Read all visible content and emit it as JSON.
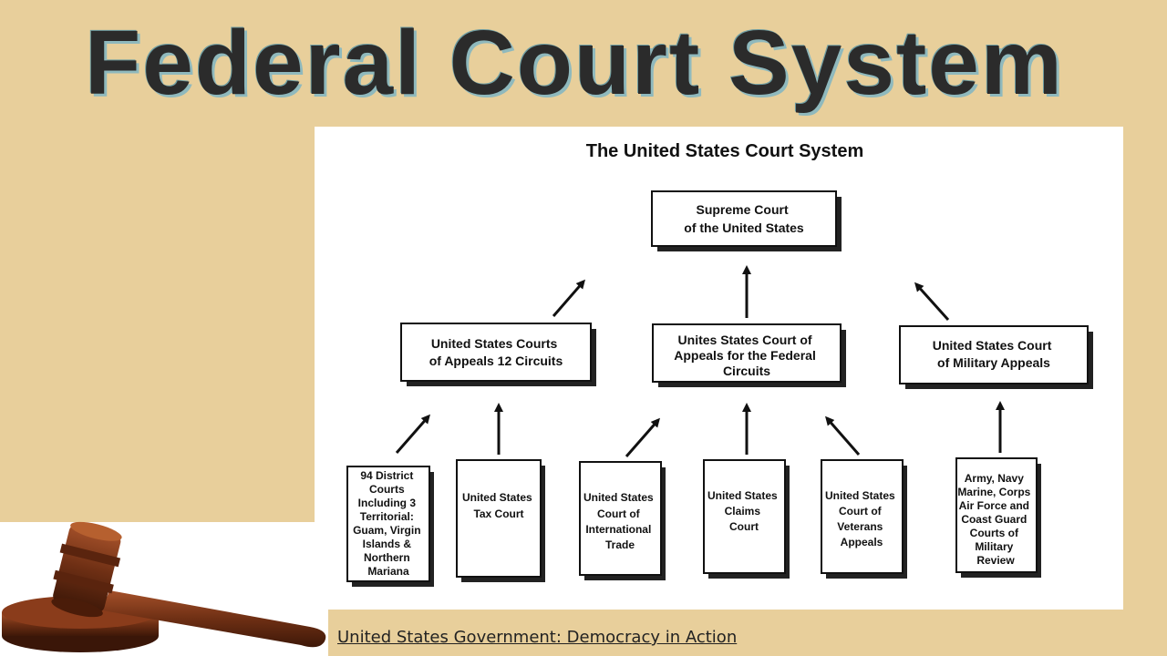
{
  "slide": {
    "title": "Federal Court System",
    "source_link": "United States Government:  Democracy in Action"
  },
  "diagram": {
    "heading": "The United States Court System",
    "supreme": [
      "Supreme Court",
      "of the United States"
    ],
    "appeals_12": [
      "United States Courts",
      "of Appeals 12 Circuits"
    ],
    "appeals_federal": [
      "Unites States Court of",
      "Appeals for the Federal",
      "Circuits"
    ],
    "military_appeals": [
      "United States Court",
      "of Military Appeals"
    ],
    "district": [
      "94 District",
      "Courts",
      "Including 3",
      "Territorial:",
      "Guam, Virgin",
      "Islands &",
      "Northern",
      "Mariana"
    ],
    "tax": [
      "United States",
      "Tax Court"
    ],
    "intl_trade": [
      "United States",
      "Court of",
      "International",
      "Trade"
    ],
    "claims": [
      "United States",
      "Claims",
      "Court"
    ],
    "veterans": [
      "United States",
      "Court of",
      "Veterans",
      "Appeals"
    ],
    "military_review": [
      "Army, Navy",
      "Marine, Corps",
      "Air Force and",
      "Coast Guard",
      "Courts of",
      "Military",
      "Review"
    ]
  },
  "icons": {
    "gavel": "gavel-image"
  },
  "colors": {
    "background": "#e8cf9b",
    "title": "#2b2b2b",
    "title_outline": "#8fb9bd"
  }
}
